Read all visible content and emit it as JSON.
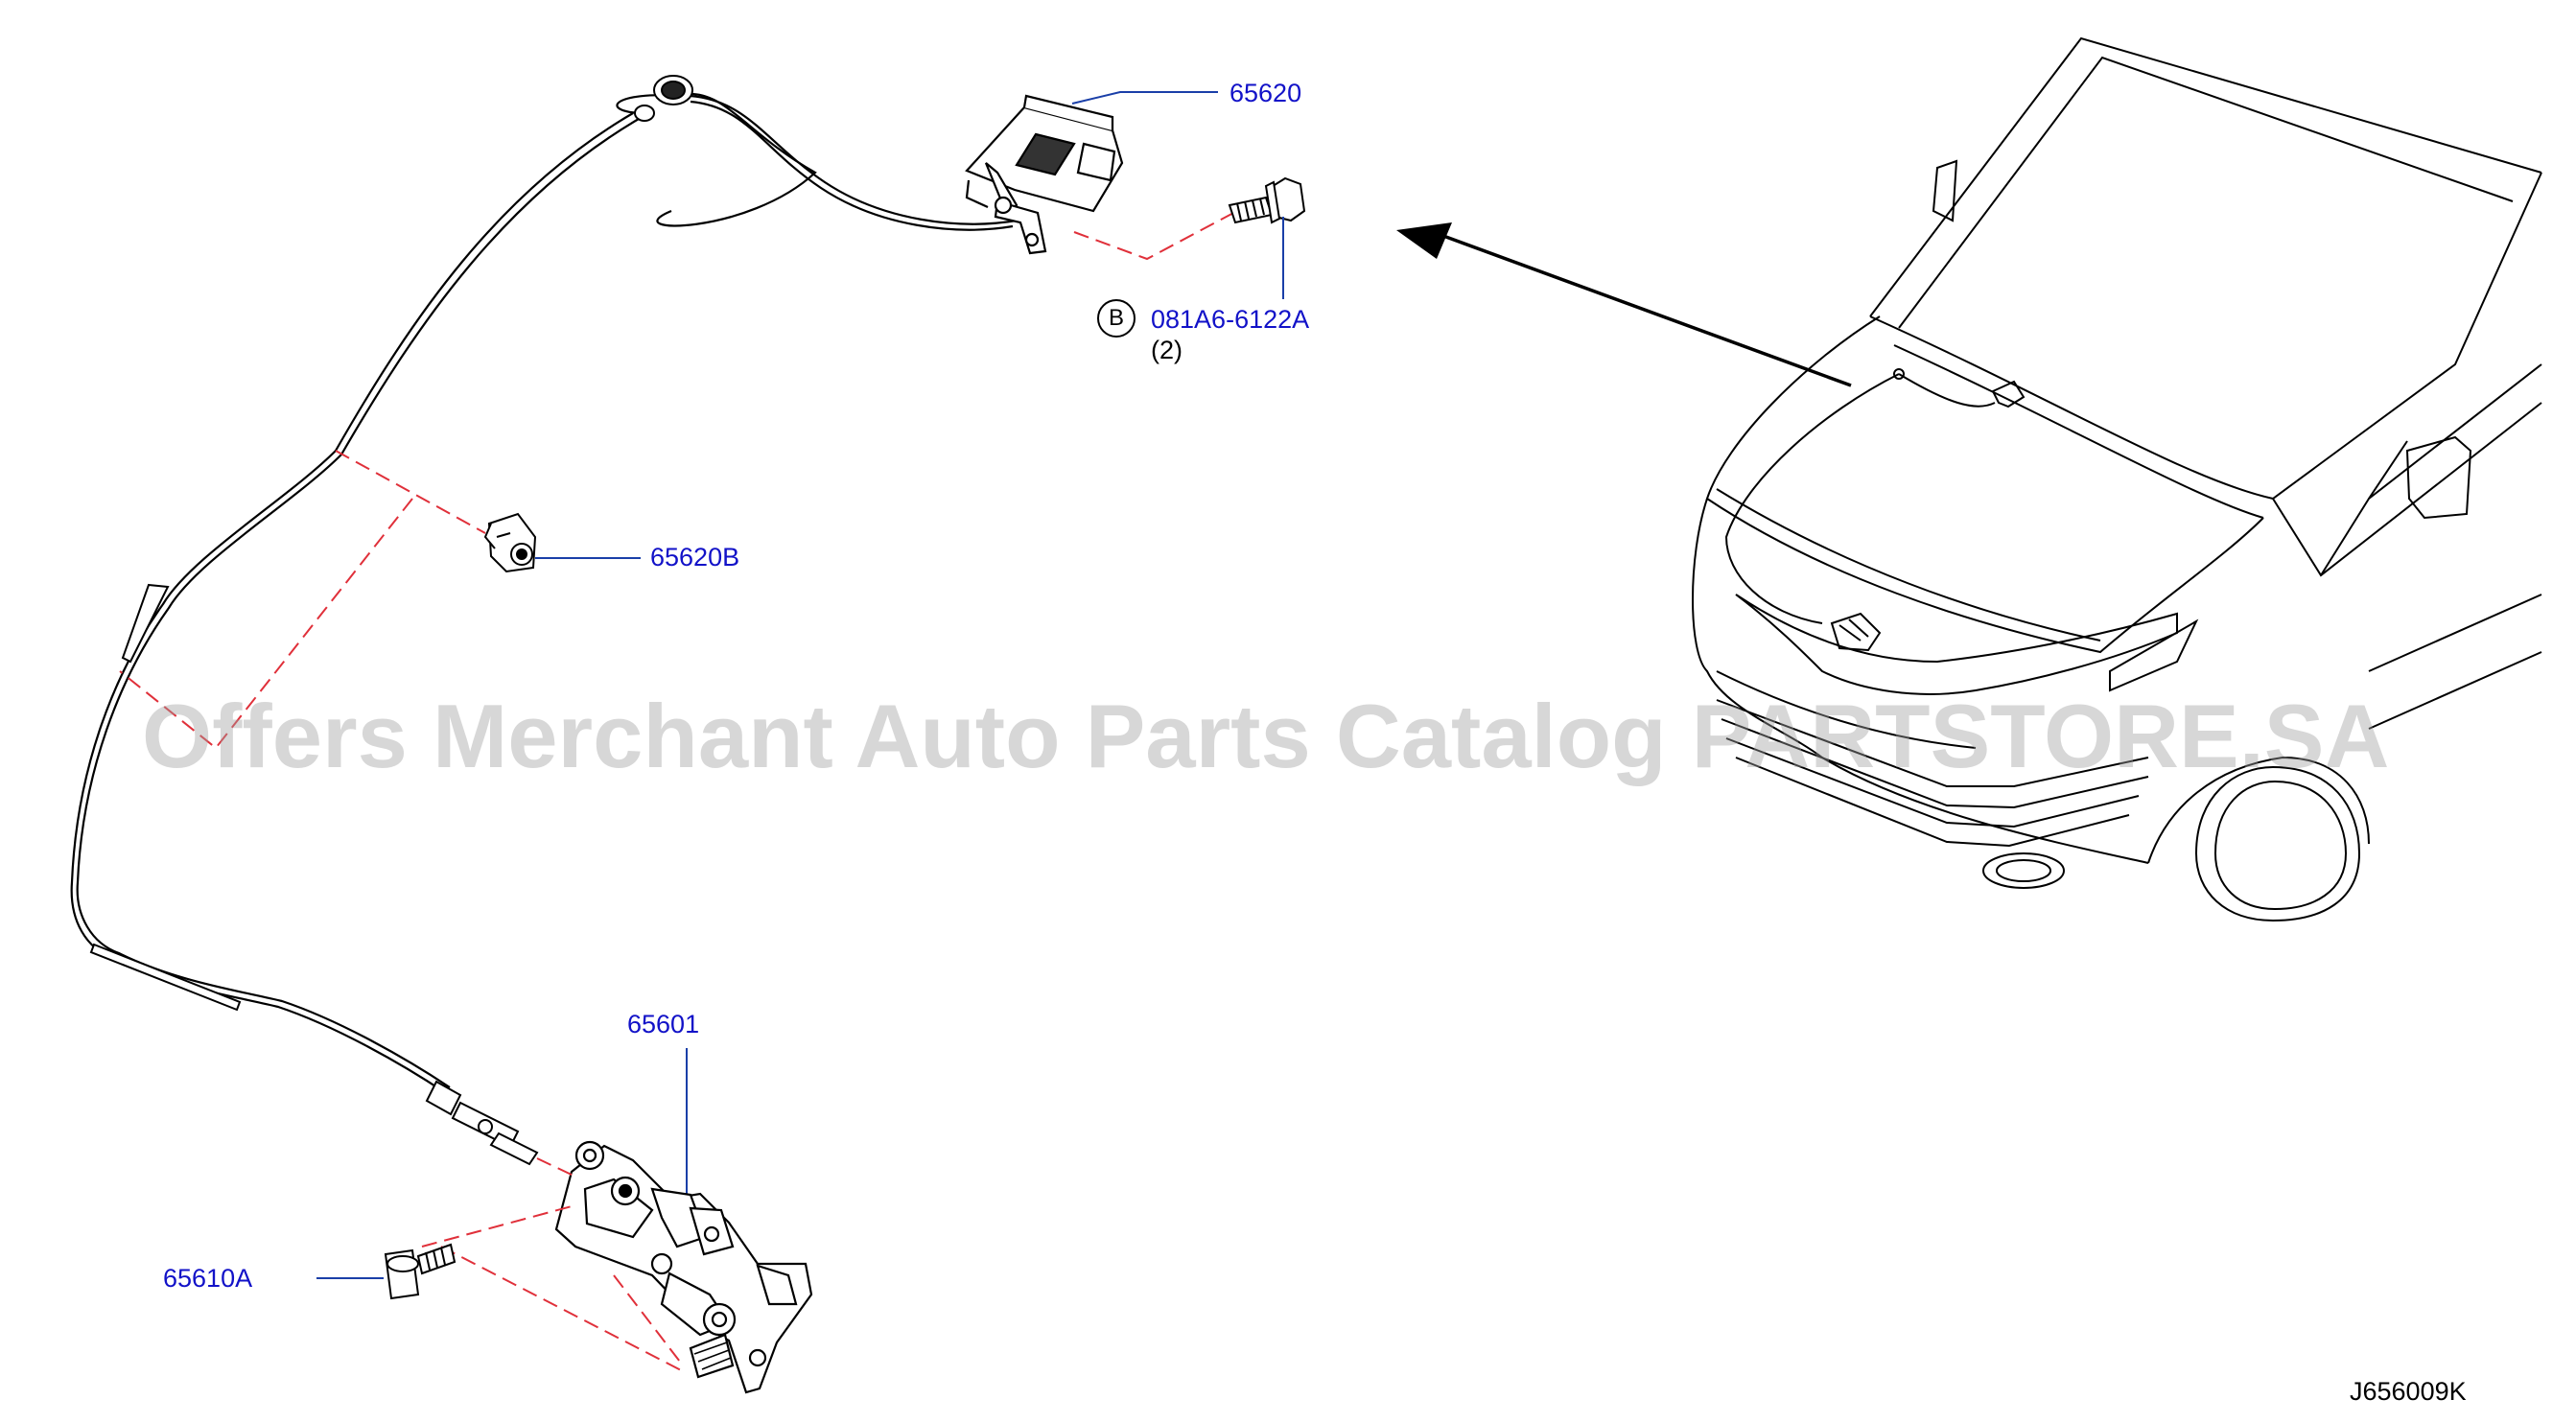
{
  "watermark": "Offers Merchant Auto Parts Catalog PARTSTORE.SA",
  "parts": {
    "p65620": "65620",
    "p65620B": "65620B",
    "p65601": "65601",
    "p65610A": "65610A",
    "bolt": "081A6-6122A",
    "bolt_qty": "(2)",
    "bolt_marker": "B"
  },
  "drawing_number": "J656009K",
  "colors": {
    "callout_text": "#1212c8",
    "leader_line": "#1a3fa8",
    "dashed_guide": "#e0303a",
    "linework": "#000000",
    "watermark": "#a0a0a0"
  },
  "icons": [
    "hood-release-handle-icon",
    "bolt-icon",
    "cable-clip-icon",
    "hood-latch-icon",
    "vehicle-front-icon",
    "direction-arrow-icon"
  ]
}
